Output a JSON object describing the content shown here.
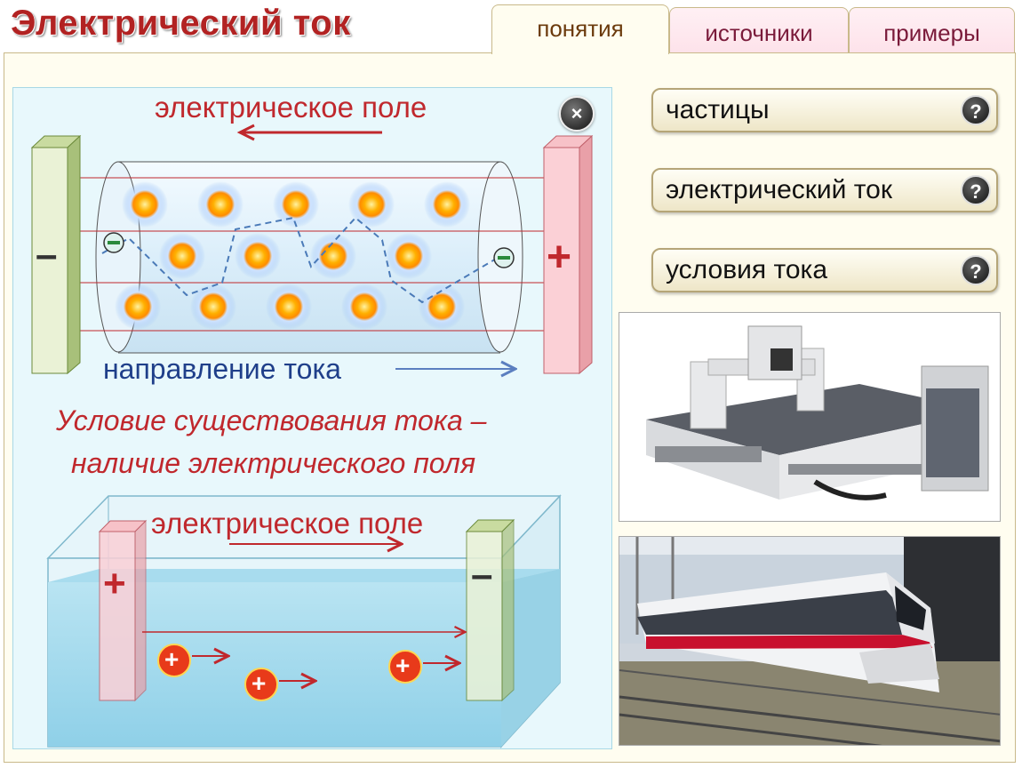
{
  "page": {
    "title": "Электрический ток"
  },
  "tabs": [
    {
      "label": "понятия",
      "active": true
    },
    {
      "label": "источники",
      "active": false
    },
    {
      "label": "примеры",
      "active": false
    }
  ],
  "diagram": {
    "field_label_top": "электрическое поле",
    "current_direction_label": "направление тока",
    "minus_sign": "–",
    "plus_sign": "+",
    "electron_sign": "–",
    "condition_line1": "Условие существования тока –",
    "condition_line2": "наличие электрического поля",
    "field_label_bottom": "электрическое поле",
    "ion_sign": "+"
  },
  "side_buttons": [
    {
      "label": "частицы",
      "icon": "question-icon"
    },
    {
      "label": "электрический ток",
      "icon": "question-icon"
    },
    {
      "label": "условия тока",
      "icon": "question-icon"
    }
  ],
  "close": {
    "icon": "close-icon",
    "glyph": "×"
  },
  "question_glyph": "?",
  "colors": {
    "title": "#b22222",
    "field_label": "#c0282d",
    "current_label": "#1f3f8a",
    "condition": "#c0282d"
  }
}
